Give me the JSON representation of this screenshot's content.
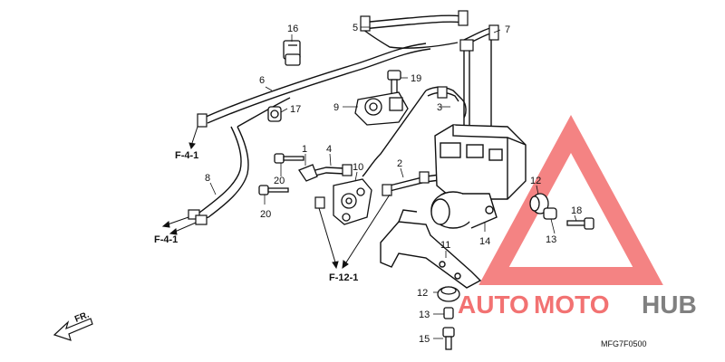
{
  "callouts": {
    "p1": "1",
    "p2": "2",
    "p3": "3",
    "p4": "4",
    "p5": "5",
    "p6": "6",
    "p7": "7",
    "p8": "8",
    "p9": "9",
    "p10": "10",
    "p11": "11",
    "p12a": "12",
    "p12b": "12",
    "p13a": "13",
    "p13b": "13",
    "p14": "14",
    "p15": "15",
    "p16": "16",
    "p17": "17",
    "p18": "18",
    "p19": "19",
    "p20a": "20",
    "p20b": "20"
  },
  "references": {
    "f41_top": "F-4-1",
    "f41_bottom": "F-4-1",
    "f121": "F-12-1"
  },
  "front_marker": "FR.",
  "diagram_code": "MFG7F0500",
  "watermark": {
    "part1": "AUTO",
    "part2": "MOTO",
    "part3": "HUB",
    "color_red": "#f05a5a",
    "color_grey": "#6b6b6b"
  }
}
